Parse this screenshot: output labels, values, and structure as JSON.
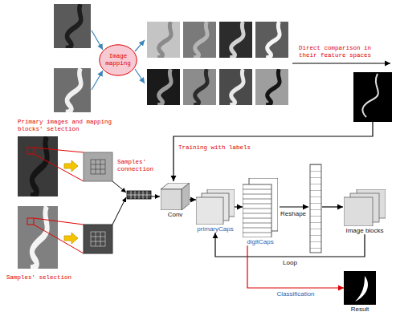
{
  "diagram": {
    "nodes": [
      {
        "text": [
          "Image mapping"
        ]
      },
      {
        "text": [
          "Conv"
        ]
      },
      {
        "text": [
          "primaryCaps"
        ]
      },
      {
        "text": [
          "digitCaps"
        ]
      },
      {
        "text": [
          "Image blocks"
        ]
      },
      {
        "text": [
          "Result"
        ]
      }
    ],
    "edges": [
      {
        "from": 1,
        "to": 2,
        "arrow": "to"
      },
      {
        "from": 2,
        "to": 3,
        "arrow": "to"
      },
      {
        "from": 4,
        "to": 2,
        "label": "Loop",
        "arrow": "to"
      },
      {
        "from": 3,
        "to": 5,
        "label": "Classification",
        "arrow": "to"
      }
    ],
    "labels": [
      "Primary images and mapping blocks' selection",
      "Direct comparison in their feature spaces",
      "Training with labels",
      "Samples' selection",
      "Samples' connection",
      "Reshape"
    ]
  }
}
